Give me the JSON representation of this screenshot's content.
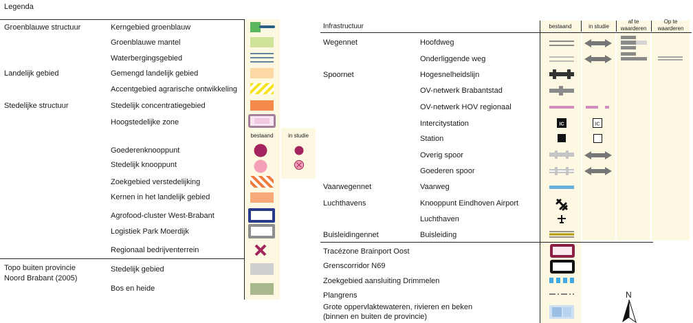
{
  "title": "Legenda",
  "left": {
    "groups": {
      "groenblauw": "Groenblauwe structuur",
      "landelijk": "Landelijk gebied",
      "stedelijk": "Stedelijke structuur",
      "topo_line1": "Topo buiten provincie",
      "topo_line2": "Noord Brabant (2005)"
    },
    "items": [
      "Kerngebied groenblauw",
      "Groenblauwe mantel",
      "Waterbergingsgebied",
      "Gemengd landelijk gebied",
      "Accentgebied agrarische ontwikkeling",
      "Stedelijk concentratiegebied",
      "Hoogstedelijke zone",
      "Goederenknooppunt",
      "Stedelijk knooppunt",
      "Zoekgebied verstedelijking",
      "Kernen in het landelijk gebied",
      "Agrofood-cluster West-Brabant",
      "Logistiek Park Moerdijk",
      "Regionaal bedrijventerrein",
      "Stedelijk gebied",
      "Bos en heide"
    ],
    "col_bestaand": "bestaand",
    "col_in_studie": "in studie"
  },
  "right": {
    "header": "Infrastructuur",
    "columns": {
      "bestaand": "bestaand",
      "in_studie": "in studie",
      "af_te_1": "af te",
      "af_te_2": "waarderen",
      "op_te_1": "Op te",
      "op_te_2": "waarderen"
    },
    "groups": {
      "wegennet": "Wegennet",
      "spoornet": "Spoornet",
      "vaarwegennet": "Vaarwegennet",
      "luchthavens": "Luchthavens",
      "buisleidingennet": "Buisleidingennet"
    },
    "items": [
      "Hoofdweg",
      "Onderliggende weg",
      "Hogesnelheidslijn",
      "OV-netwerk Brabantstad",
      "OV-netwerk HOV regionaal",
      "Intercitystation",
      "Station",
      "Overig spoor",
      "Goederen spoor",
      "Vaarweg",
      "Knooppunt Eindhoven Airport",
      "Luchthaven",
      "Buisleiding"
    ],
    "ic_label": "IC",
    "bottom_items": [
      "Tracézone Brainport Oost",
      "Grenscorridor N69",
      "Zoekgebied aansluiting Drimmelen",
      "Plangrens",
      "Grote oppervlaktewateren, rivieren en beken"
    ],
    "bottom_item_line2": "(binnen en buiten de provincie)",
    "north": "N"
  },
  "colors": {
    "column_bg": "#fdf8e2",
    "kerngebied_green": "#5cb85c",
    "water_blue": "#2b5f8a",
    "mantel_green": "#cfe29a",
    "gemengd": "#fcd9a4",
    "accent_yellow": "#f5e21a",
    "concentratie": "#f58a4c",
    "hoogstedelijk_border": "#a67d9a",
    "hoogstedelijk_fill": "#f0c8e0",
    "knooppunt_magenta": "#a3245e",
    "knooppunt_pink": "#f6a0b8",
    "zoekgebied_orange": "#ee7b3c",
    "kernen": "#f7a97a",
    "agrofood_blue": "#283a8c",
    "logistiek_grey": "#8e8e8e",
    "bedrijventerrein": "#a3245e",
    "stedelijk_gebied": "#cfcfcf",
    "bos_heide": "#a9b88c",
    "road_grey": "#8a8a8a",
    "hov_pink": "#d38bbf",
    "vaarweg": "#6ab0df",
    "buisleiding": "#b59b00",
    "brainport": "#8c2145",
    "drimmelen": "#3fa9e6",
    "wateren": "#9bbfe3"
  }
}
